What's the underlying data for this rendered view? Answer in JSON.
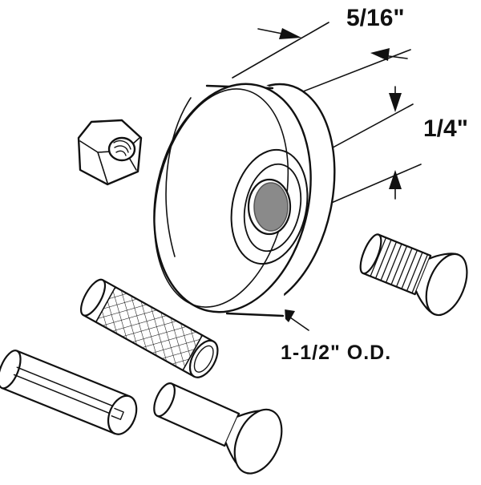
{
  "diagram": {
    "labels": {
      "width": "5/16\"",
      "axle": "1/4\"",
      "outer_diameter": "1-1/2\" O.D."
    },
    "colors": {
      "line": "#111111",
      "fill": "#ffffff",
      "bore": "#8a8a8a"
    },
    "parts": [
      "roller-wheel",
      "hex-nut",
      "threaded-bolt",
      "knurled-pin",
      "slotted-pin",
      "rivet"
    ]
  }
}
